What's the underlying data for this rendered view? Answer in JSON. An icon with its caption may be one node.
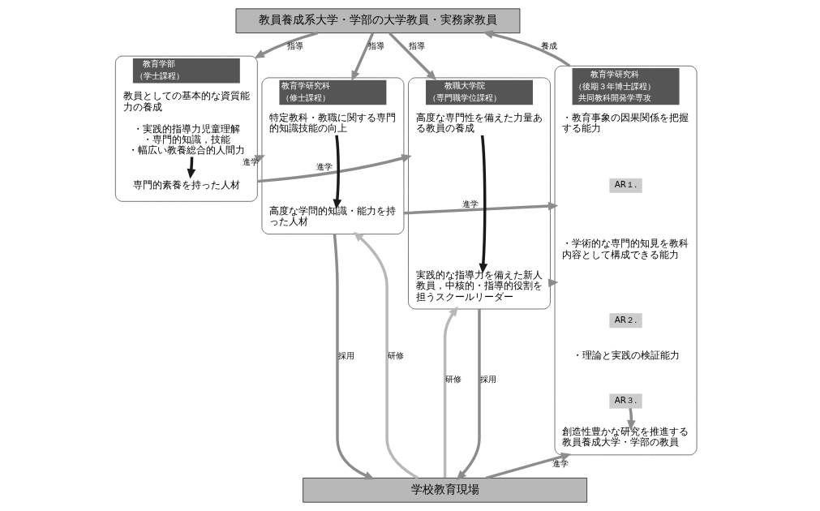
{
  "diagram": {
    "nodes": [
      {
        "text": [
          "教員養成系大学・学部の大学教員・実務家教員"
        ]
      },
      {
        "text": [
          "教育学部",
          "（学士課程）"
        ]
      },
      {
        "text": [
          "教員としての基本的な資質能力の養成",
          "・実践的指導力児童理解",
          "・専門的知識，技能",
          "・幅広い教養総合的人間力"
        ],
        "in": 1
      },
      {
        "text": [
          "専門的素養を持った人材"
        ],
        "in": 1
      },
      {
        "text": [
          "教育学研究科",
          "（修士課程）"
        ]
      },
      {
        "text": [
          "特定教科・教職に関する専門的知識技能の向上"
        ],
        "in": 4
      },
      {
        "text": [
          "高度な学問的知識・能力を持った人材"
        ],
        "in": 4
      },
      {
        "text": [
          "教職大学院",
          "（専門職学位課程）"
        ]
      },
      {
        "text": [
          "高度な専門性を備えた力量ある教員の養成"
        ],
        "in": 7
      },
      {
        "text": [
          "実践的な指導力を備えた新人教員，中核的・指導的役割を担うスクールリーダー"
        ],
        "in": 7
      },
      {
        "text": [
          "教育学研究科",
          "（後期３年博士課程）",
          "共同教科開発学専攻"
        ]
      },
      {
        "text": [
          "・教育事象の因果関係を把握する能力"
        ],
        "in": 10
      },
      {
        "text": [
          "AR１."
        ],
        "in": 10
      },
      {
        "text": [
          "・学術的な専門的知見を教科内容として構成できる能力"
        ],
        "in": 10
      },
      {
        "text": [
          "AR２."
        ],
        "in": 10
      },
      {
        "text": [
          "・理論と実践の検証能力"
        ],
        "in": 10
      },
      {
        "text": [
          "AR３."
        ],
        "in": 10
      },
      {
        "text": [
          "創造性豊かな研究を推進する教員養成大学・学部の教員"
        ],
        "in": 10
      },
      {
        "text": [
          "学校教育現場"
        ]
      }
    ],
    "edges": [
      {
        "from": 0,
        "to": 1,
        "arrow": "to",
        "label": "指導"
      },
      {
        "from": 0,
        "to": 4,
        "arrow": "to",
        "label": "指導"
      },
      {
        "from": 0,
        "to": 7,
        "arrow": "to",
        "label": "指導"
      },
      {
        "from": 10,
        "to": 0,
        "arrow": "to",
        "label": "養成"
      },
      {
        "from": 2,
        "to": 3,
        "arrow": "to",
        "color": "#1a1a1a"
      },
      {
        "from": 5,
        "to": 6,
        "arrow": "to",
        "color": "#1a1a1a"
      },
      {
        "from": 8,
        "to": 9,
        "arrow": "to",
        "color": "#1a1a1a"
      },
      {
        "from": 16,
        "to": 17,
        "arrow": "to"
      },
      {
        "from": 1,
        "to": 4,
        "arrow": "to",
        "label": "進学"
      },
      {
        "from": 1,
        "to": 7,
        "arrow": "to",
        "label": "進学"
      },
      {
        "from": 4,
        "to": 10,
        "arrow": "to",
        "label": "進学"
      },
      {
        "from": 7,
        "to": 10,
        "arrow": "to"
      },
      {
        "from": 18,
        "to": 4,
        "arrow": "to",
        "label": "研修",
        "color": "#b8b8b8"
      },
      {
        "from": 4,
        "to": 18,
        "arrow": "to",
        "label": "採用"
      },
      {
        "from": 18,
        "to": 7,
        "arrow": "to",
        "label": "研修",
        "color": "#b8b8b8"
      },
      {
        "from": 7,
        "to": 18,
        "arrow": "to",
        "label": "採用"
      },
      {
        "from": 18,
        "to": 10,
        "arrow": "to",
        "label": "進学"
      }
    ]
  }
}
